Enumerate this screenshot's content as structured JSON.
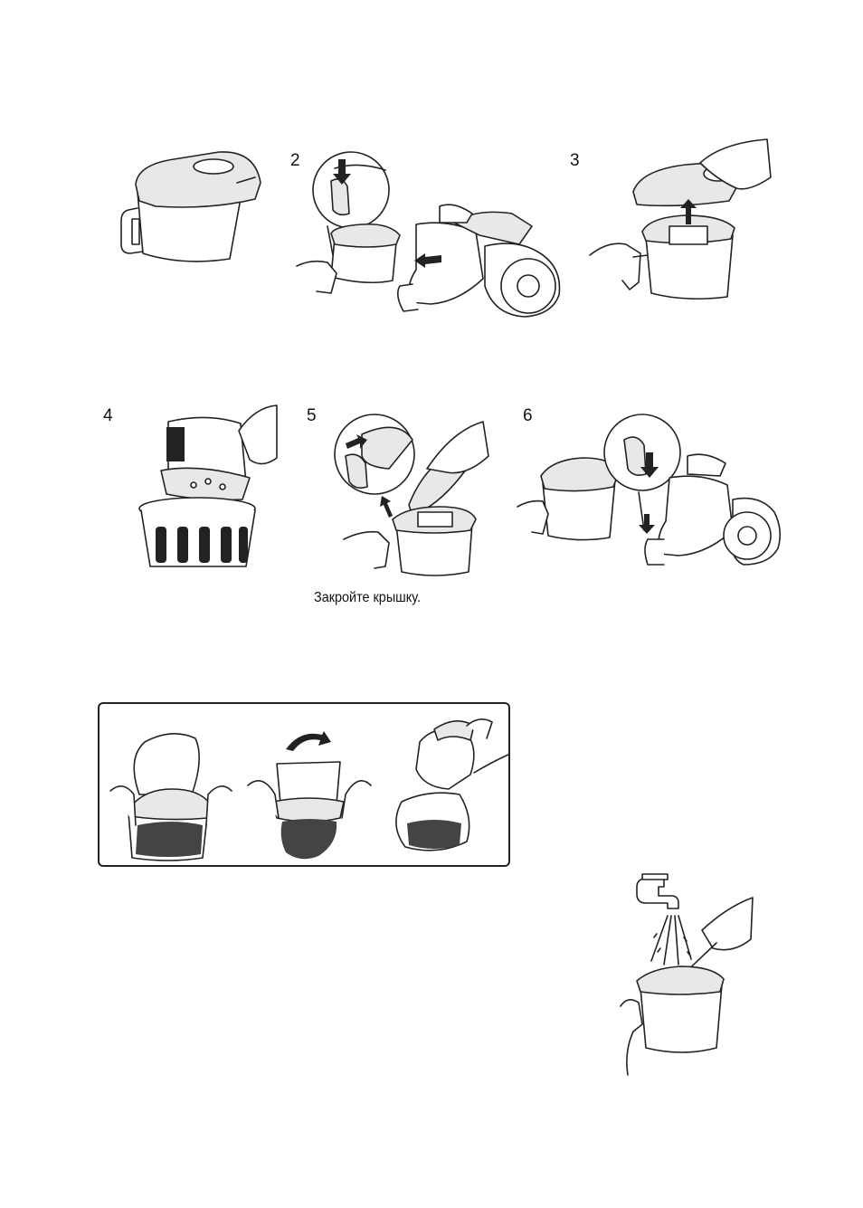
{
  "steps": [
    {
      "number": "2"
    },
    {
      "number": "3"
    },
    {
      "number": "4"
    },
    {
      "number": "5"
    },
    {
      "number": "6"
    }
  ],
  "caption": "Закройте крышку.",
  "icons": {
    "step1": "dust-container-icon",
    "step2": "detach-container-icon",
    "step3": "remove-lid-icon",
    "step4": "empty-into-bin-icon",
    "step5": "close-lid-icon",
    "step6": "reattach-container-icon",
    "box": "empty-dust-bag-icon",
    "wash": "wash-under-tap-icon"
  }
}
